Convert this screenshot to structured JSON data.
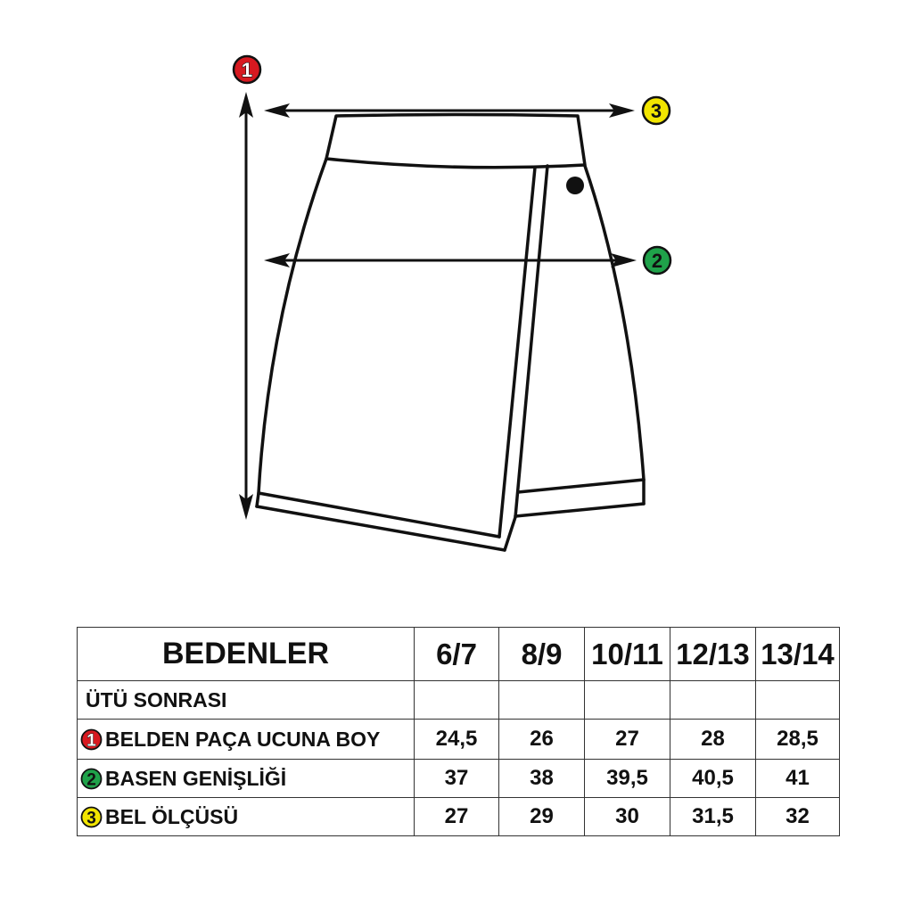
{
  "diagram": {
    "markers": [
      {
        "label": "1",
        "color": "#d71920"
      },
      {
        "label": "2",
        "color": "#1fa24a"
      },
      {
        "label": "3",
        "color": "#f2e500"
      }
    ]
  },
  "table": {
    "header": "BEDENLER",
    "sizes": [
      "6/7",
      "8/9",
      "10/11",
      "12/13",
      "13/14"
    ],
    "rows": [
      {
        "label": "ÜTÜ SONRASI"
      },
      {
        "marker": "1",
        "label": "BELDEN PAÇA UCUNA BOY",
        "values": [
          "24,5",
          "26",
          "27",
          "28",
          "28,5"
        ]
      },
      {
        "marker": "2",
        "label": "BASEN GENİŞLİĞİ",
        "values": [
          "37",
          "38",
          "39,5",
          "40,5",
          "41"
        ]
      },
      {
        "marker": "3",
        "label": "BEL ÖLÇÜSÜ",
        "values": [
          "27",
          "29",
          "30",
          "31,5",
          "32"
        ]
      }
    ]
  }
}
